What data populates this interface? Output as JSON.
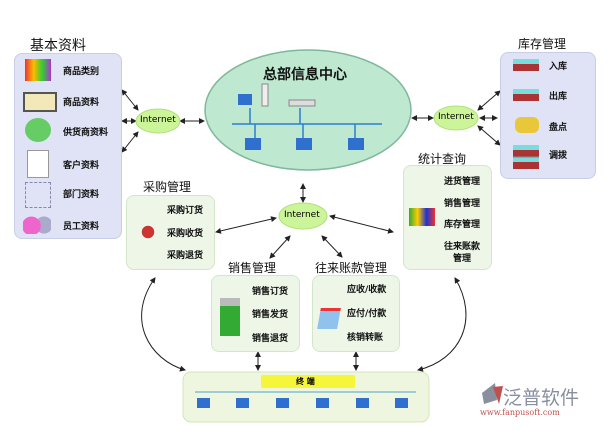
{
  "center": {
    "title": "总部信息中心"
  },
  "internet": {
    "left": "Internet",
    "right": "Internet",
    "middle": "Internet"
  },
  "basic": {
    "title": "基本资料",
    "items": [
      "商品类别",
      "商品资料",
      "供货商资料",
      "客户资料",
      "部门资料",
      "员工资料"
    ]
  },
  "inventory": {
    "title": "库存管理",
    "items": [
      "入库",
      "出库",
      "盘点",
      "调拨"
    ]
  },
  "stats": {
    "title": "统计查询",
    "items": [
      "进货管理",
      "销售管理",
      "库存管理",
      "往来账款",
      "管理"
    ]
  },
  "purchase": {
    "title": "采购管理",
    "items": [
      "采购订货",
      "采购收货",
      "采购退货"
    ]
  },
  "sales": {
    "title": "销售管理",
    "items": [
      "销售订货",
      "销售发货",
      "销售退货"
    ]
  },
  "accounts": {
    "title": "往来账款管理",
    "items": [
      "应收/收款",
      "应付/付款",
      "核销转账"
    ]
  },
  "terminal": {
    "label": "终 端"
  },
  "logo": {
    "name": "泛普软件",
    "url": "www.fanpusoft.com"
  },
  "colors": {
    "ellipse": "#bfe8d0",
    "cloud": "#ccf59a",
    "blue_box": "#dfe3f5",
    "green_box": "#eef6e8",
    "terminal_label": "#f5f53a",
    "logo_red": "#c0504d"
  }
}
